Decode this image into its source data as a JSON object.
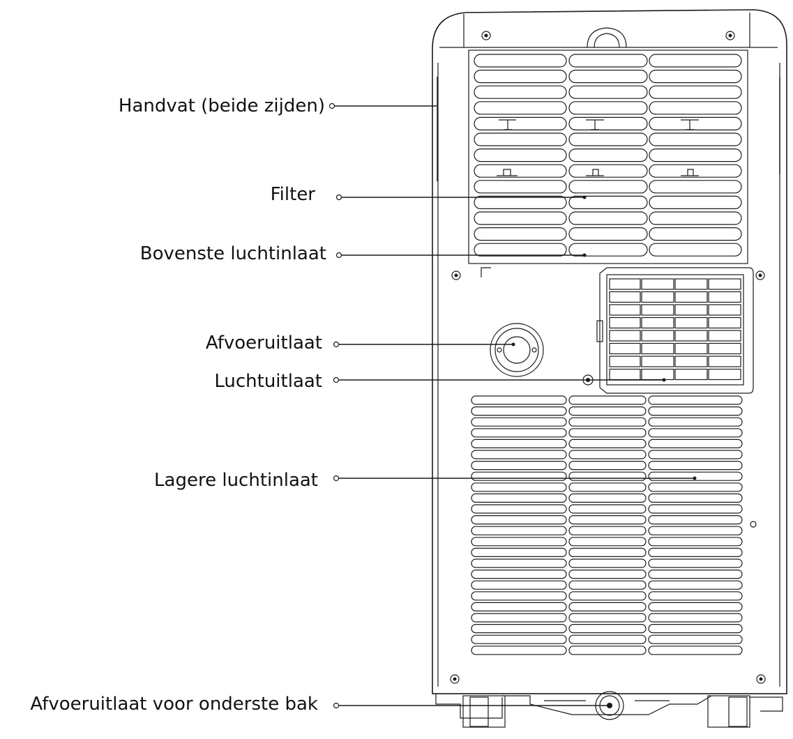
{
  "labels": {
    "handle": "Handvat (beide zijden)",
    "filter": "Filter",
    "upper_air_inlet": "Bovenste luchtinlaat",
    "drain_outlet": "Afvoeruitlaat",
    "air_outlet": "Luchtuitlaat",
    "lower_air_inlet": "Lagere luchtinlaat",
    "bottom_tray_drain": "Afvoeruitlaat voor onderste bak"
  },
  "colors": {
    "stroke": "#1a1a1a",
    "text": "#111111",
    "background": "#ffffff"
  }
}
